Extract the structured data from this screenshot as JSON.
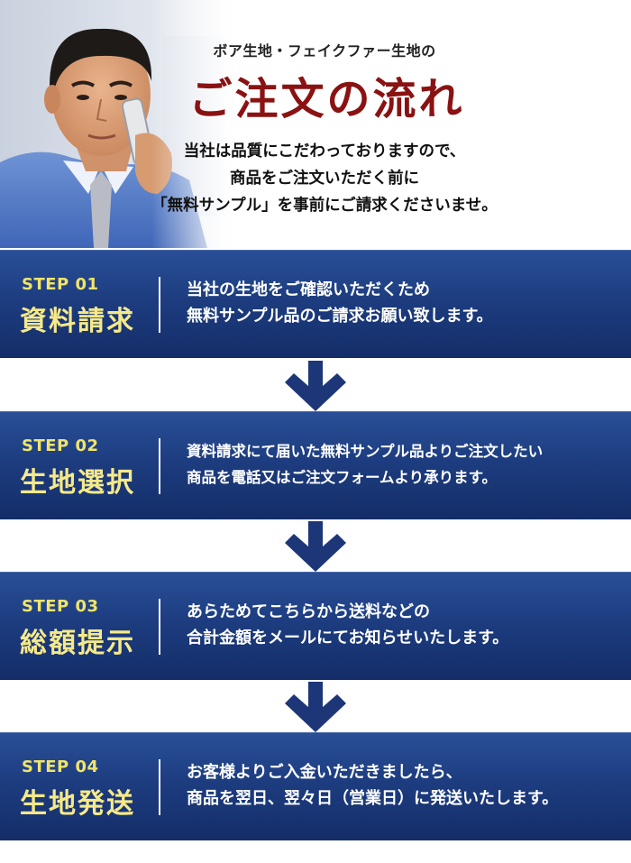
{
  "header": {
    "subtitle": "ボア生地・フェイクファー生地の",
    "title": "ご注文の流れ",
    "lead": [
      "当社は品質にこだわっておりますので、",
      "商品をご注文いただく前に",
      "「無料サンプル」を事前にご請求くださいませ。"
    ]
  },
  "steps": [
    {
      "number": "STEP 01",
      "name": "資料請求",
      "lines": [
        "当社の生地をご確認いただくため",
        "無料サンプル品のご請求お願い致します。"
      ]
    },
    {
      "number": "STEP 02",
      "name": "生地選択",
      "lines": [
        "資料請求にて届いた無料サンプル品よりご注文したい",
        "商品を電話又はご注文フォームより承ります。"
      ]
    },
    {
      "number": "STEP 03",
      "name": "総額提示",
      "lines": [
        "あらためてこちらから送料などの",
        "合計金額をメールにてお知らせいたします。"
      ]
    },
    {
      "number": "STEP 04",
      "name": "生地発送",
      "lines": [
        "お客様よりご入金いただきましたら、",
        "商品を翌日、翌々日（営業日）に発送いたします。"
      ]
    }
  ],
  "colors": {
    "title": "#8a1212",
    "step_bg": "#1d3d80",
    "step_label": "#f1e46a",
    "arrow": "#1d3677"
  },
  "icons": {
    "arrow": "chevron-down-arrow-icon"
  }
}
